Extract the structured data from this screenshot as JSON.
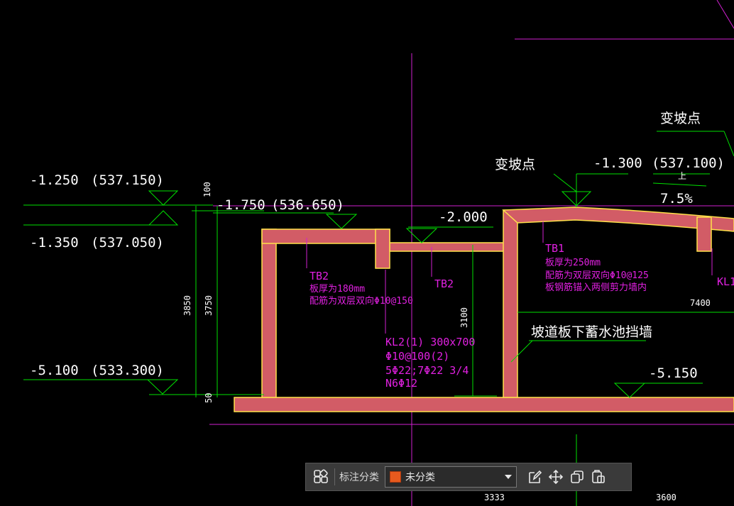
{
  "drawing": {
    "levels_left": [
      {
        "elev": "-1.250",
        "abs": "(537.150)"
      },
      {
        "elev": "-1.350",
        "abs": "(537.050)"
      },
      {
        "elev": "-5.100",
        "abs": "(533.300)"
      }
    ],
    "levels_mid": [
      {
        "elev": "-1.750",
        "abs": "(536.650)"
      },
      {
        "elev": "-2.000"
      },
      {
        "elev": "-1.300",
        "abs": "(537.100)"
      },
      {
        "elev": "-5.150"
      }
    ],
    "vertical_dims": [
      "100",
      "3850",
      "3750",
      "50",
      "3100"
    ],
    "bottom_dims": [
      "7400",
      "3333",
      "3600"
    ],
    "notes_white": {
      "slope_point_1": "变坡点",
      "slope_point_2": "变坡点",
      "slope_up": "上",
      "slope_pct": "7.5%",
      "wall_note": "坡道板下蓄水池挡墙"
    },
    "notes_magenta": {
      "tb2_a": [
        "TB2",
        "板厚为180mm",
        "配筋为双层双向Φ10@150"
      ],
      "tb2_b": "TB2",
      "kl2": [
        "KL2(1) 300x700",
        "Φ10@100(2)",
        "5Φ22;7Φ22 3/4",
        "N6Φ12"
      ],
      "tb1": [
        "TB1",
        "板厚为250mm",
        "配筋为双层双向Φ10@125",
        "板钢筋锚入两侧剪力墙内"
      ],
      "kl1": "KL1"
    },
    "colors": {
      "concrete_fill": "#d25c66",
      "concrete_edge": "#ffe14a",
      "dim_line": "#00e000",
      "axis_line": "#d020d0",
      "text": "#ffffff"
    }
  },
  "toolbar": {
    "grid_icon": "components-icon",
    "category_label": "标注分类",
    "select_value": "未分类",
    "select_color": "#e65a1e",
    "tools": [
      "edit-icon",
      "move-icon",
      "copy-icon",
      "paste-icon"
    ]
  }
}
